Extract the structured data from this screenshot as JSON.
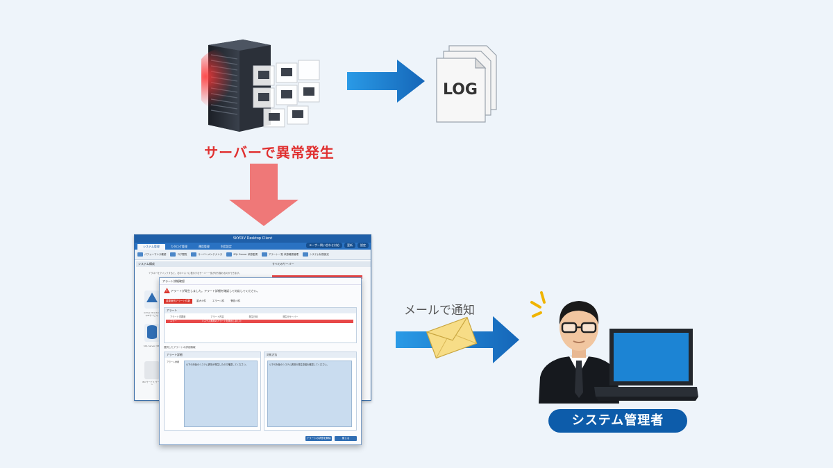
{
  "server": {
    "caption": "サーバーで異常発生"
  },
  "log": {
    "label": "LOG"
  },
  "mail": {
    "caption": "メールで通知"
  },
  "admin": {
    "label": "システム管理者"
  },
  "app": {
    "title": "SKYDIV Desktop Client",
    "tabs": [
      "システム管理",
      "カタログ管理",
      "運用管理",
      "利用設定"
    ],
    "right_buttons": [
      "ユーザー問い合わせ対応",
      "更新",
      "設定"
    ],
    "toolbar": [
      "パフォーマンス確認",
      "ログ閲覧",
      "サーバーメンテナンス",
      "SQL Server 状態監視",
      "アラート一覧 状態確認管理",
      "システム状態設定"
    ],
    "left_panel_title": "システム構成",
    "right_panel_title": "すべてのサーバー",
    "intro_text": "イラストをクリックすると、右のリストに表示するサーバー一覧が切り替わるのができます。",
    "side_labels": [
      "Active Directory (ADサービス)",
      "SQL Server (DB)",
      "BO サービス サーバー"
    ]
  },
  "dialog": {
    "title": "アラート詳細確認",
    "message": "アラートが発生しました。アラート詳細を確認して対応してください。",
    "tabs": [
      "重要度別アラート件数",
      "重大:0件",
      "エラー:1件",
      "警告:0件"
    ],
    "alert_section": "アラート",
    "table_headers": [
      "アラート重要度",
      "アラート内容",
      "発生日時",
      "発生元サーバー"
    ],
    "table_row": [
      "エラー",
      "システム異常のアラートを検出しました",
      "",
      ""
    ],
    "detail_group": "選択したアラートの詳細情報",
    "left_box_title": "アラート詳細",
    "left_box_label": "アラート詳細",
    "left_box_text": "以下の対象のシステム異常が発生したので確認してください。",
    "right_box_title": "対処方法",
    "right_box_text": "以下の対象のシステム異常の発生原因を確認してください。",
    "buttons": [
      "アラートの状態を解除",
      "閉じる"
    ]
  },
  "colors": {
    "background": "#eef4fa",
    "alert_red": "#e03030",
    "arrow_blue": "#1a7fd4",
    "arrow_red": "#ef7878",
    "pill_blue": "#0d5caa"
  },
  "icons": [
    "server-tower-icon",
    "log-document-icon",
    "right-arrow-icon",
    "down-arrow-icon",
    "envelope-icon",
    "administrator-icon",
    "laptop-icon",
    "exclamation-burst-icon"
  ]
}
